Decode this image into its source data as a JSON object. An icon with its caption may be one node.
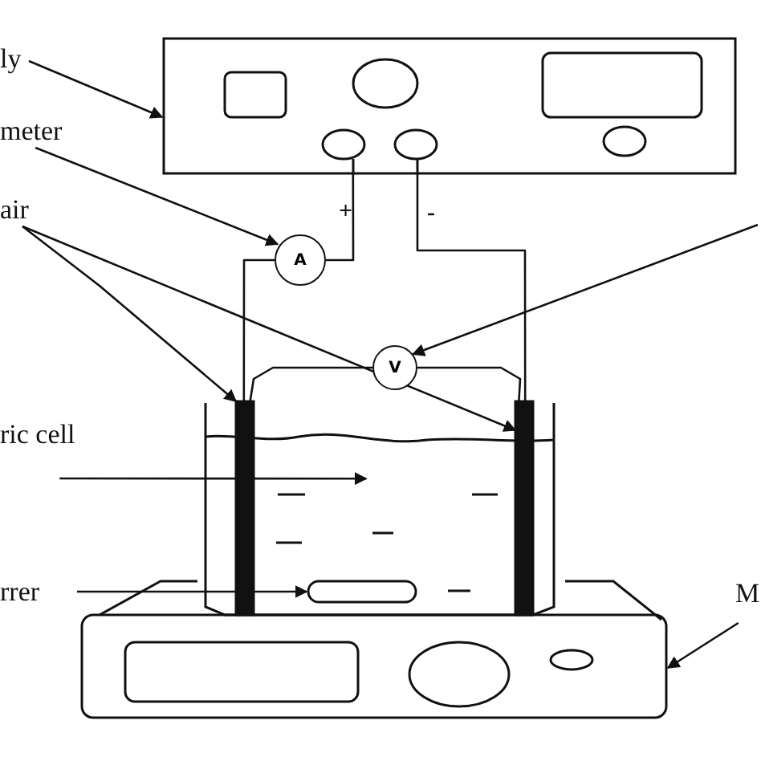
{
  "diagram": {
    "nodes": [
      {
        "text": [
          "ly"
        ]
      },
      {
        "text": [],
        "shape": "box"
      },
      {
        "text": [
          "meter"
        ]
      },
      {
        "text": [
          "A"
        ]
      },
      {
        "text": [
          "air"
        ]
      },
      {
        "text": [
          "V"
        ]
      },
      {
        "text": [],
        "shape": "bar",
        "in": 9
      },
      {
        "text": [],
        "shape": "bar",
        "in": 9
      },
      {
        "text": [
          "ric cell"
        ]
      },
      {
        "text": [],
        "shape": "beaker"
      },
      {
        "text": [],
        "shape": "capsule",
        "in": 9
      },
      {
        "text": [
          "rrer"
        ]
      },
      {
        "text": [
          "M"
        ]
      },
      {
        "text": [],
        "shape": "box"
      }
    ],
    "edges": [
      {
        "from": 0,
        "to": 1,
        "arrow": "to"
      },
      {
        "from": 2,
        "to": 3,
        "arrow": "to"
      },
      {
        "from": 4,
        "to": 6,
        "arrow": "to"
      },
      {
        "from": 4,
        "to": 7,
        "arrow": "to"
      },
      {
        "from": null,
        "to": 5,
        "arrow": "to"
      },
      {
        "from": 8,
        "to": 9,
        "arrow": "to"
      },
      {
        "from": 11,
        "to": 10,
        "arrow": "to"
      },
      {
        "from": 12,
        "to": 13,
        "arrow": "to"
      },
      {
        "from": 1,
        "to": 3,
        "arrow": "none"
      },
      {
        "from": 1,
        "to": 7,
        "arrow": "none"
      },
      {
        "from": 3,
        "to": 6,
        "arrow": "none"
      },
      {
        "from": 5,
        "to": 6,
        "arrow": "none"
      },
      {
        "from": 5,
        "to": 7,
        "arrow": "none"
      }
    ],
    "labels": [
      "+",
      "-"
    ]
  }
}
